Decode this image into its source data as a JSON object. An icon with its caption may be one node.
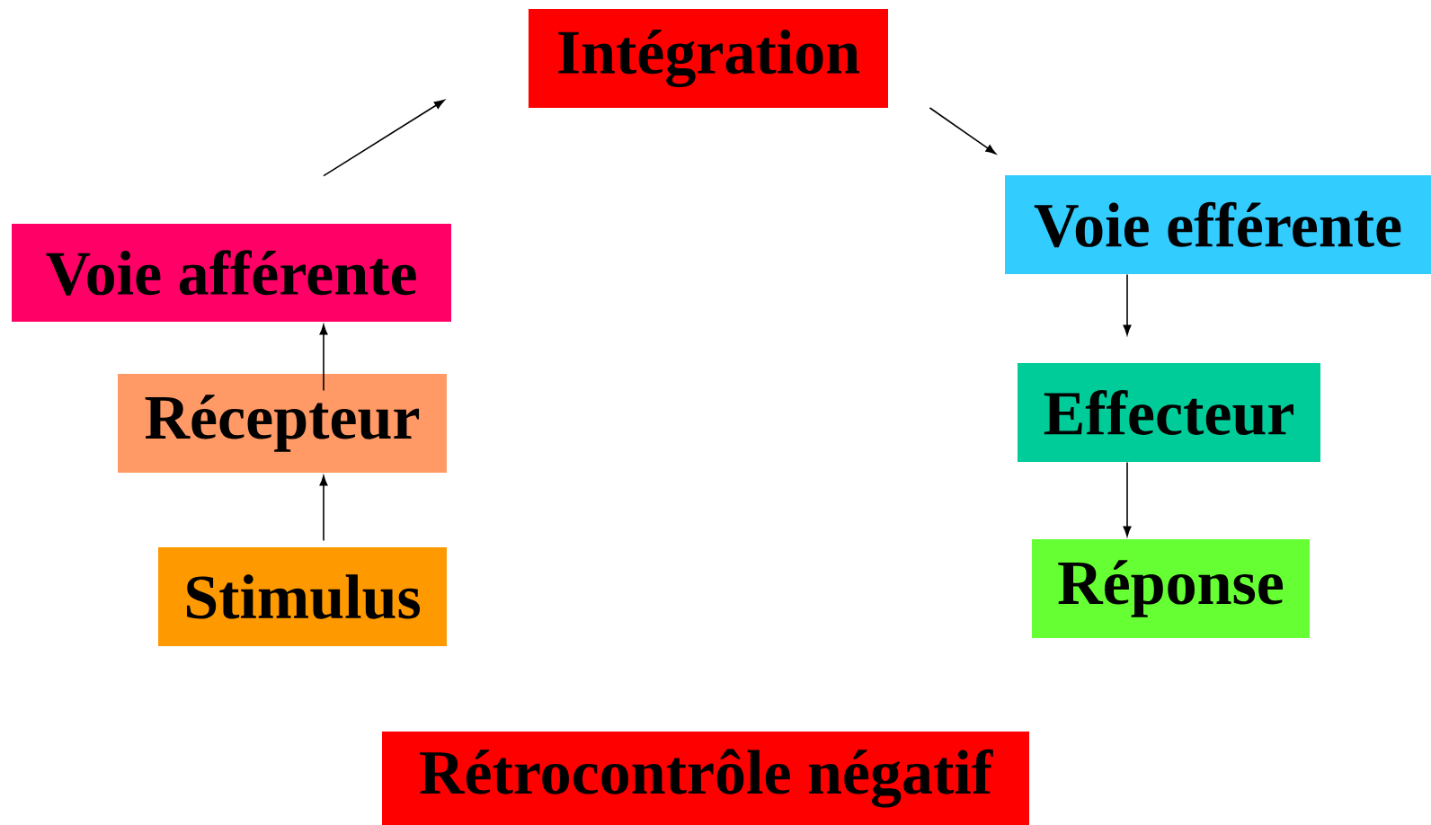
{
  "diagram": {
    "nodes": [
      {
        "text": [
          "Intégration"
        ]
      },
      {
        "text": [
          "Voie afférente"
        ]
      },
      {
        "text": [
          "Récepteur"
        ]
      },
      {
        "text": [
          "Stimulus"
        ]
      },
      {
        "text": [
          "Voie efférente"
        ]
      },
      {
        "text": [
          "Effecteur"
        ]
      },
      {
        "text": [
          "Réponse"
        ]
      },
      {
        "text": [
          "Rétrocontrôle négatif"
        ]
      }
    ],
    "edges": [
      {
        "from": 3,
        "to": 2,
        "arrow": "to"
      },
      {
        "from": 2,
        "to": 1,
        "arrow": "to"
      },
      {
        "from": 1,
        "to": 0,
        "arrow": "to"
      },
      {
        "from": 0,
        "to": 4,
        "arrow": "to"
      },
      {
        "from": 4,
        "to": 5,
        "arrow": "to"
      },
      {
        "from": 5,
        "to": 6,
        "arrow": "to"
      }
    ]
  }
}
